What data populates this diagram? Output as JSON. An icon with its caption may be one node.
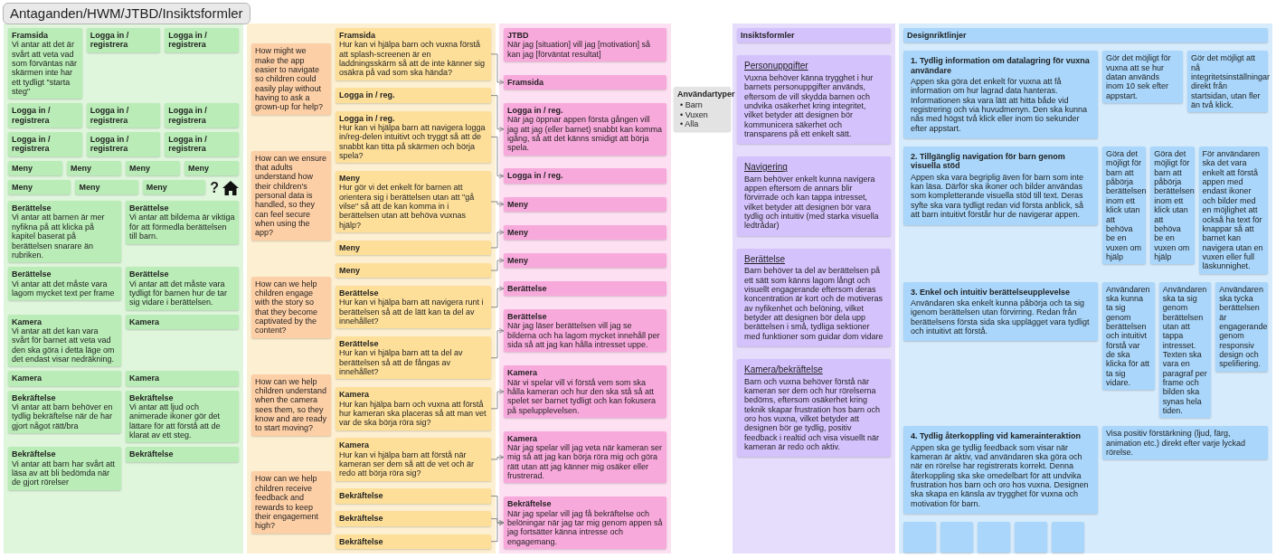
{
  "diagram": {
    "title": "Antaganden/HWM/JTBD/Insiktsformler",
    "nodes": [
      {
        "text": [],
        "shape": "box"
      },
      {
        "text": [
          "Framsida",
          "Vi antar att det är svårt att veta vad som förväntas när skärmen inte har ett tydligt \"starta steg\""
        ],
        "in": 0
      },
      {
        "text": [
          "Logga in / registrera"
        ],
        "in": 0
      },
      {
        "text": [
          "Logga in / registrera"
        ],
        "in": 0
      },
      {
        "text": [
          "Logga in / registrera"
        ],
        "in": 0
      },
      {
        "text": [
          "Logga in / registrera"
        ],
        "in": 0
      },
      {
        "text": [
          "Logga in / registrera"
        ],
        "in": 0
      },
      {
        "text": [
          "Logga in / registrera"
        ],
        "in": 0
      },
      {
        "text": [
          "Logga in / registrera"
        ],
        "in": 0
      },
      {
        "text": [
          "Logga in / registrera"
        ],
        "in": 0
      },
      {
        "text": [
          "Meny"
        ],
        "in": 0
      },
      {
        "text": [
          "Meny"
        ],
        "in": 0
      },
      {
        "text": [
          "Meny"
        ],
        "in": 0
      },
      {
        "text": [
          "Meny"
        ],
        "in": 0
      },
      {
        "text": [
          "Meny"
        ],
        "in": 0
      },
      {
        "text": [
          "Meny"
        ],
        "in": 0
      },
      {
        "text": [
          "Meny"
        ],
        "in": 0
      },
      {
        "text": [
          "Berättelse",
          "Vi antar att barnen är mer nyfikna på att klicka på kapitel baserat på berättelsen snarare än rubriken."
        ],
        "in": 0
      },
      {
        "text": [
          "Berättelse",
          "Vi antar att bilderna är viktiga för att förmedla berättelsen till barn."
        ],
        "in": 0
      },
      {
        "text": [
          "Berättelse",
          "Vi antar att det måste vara lagom mycket text per frame"
        ],
        "in": 0
      },
      {
        "text": [
          "Berättelse",
          "Vi antar att det måste vara tydligt för barnen hur de tar sig vidare i berättelsen."
        ],
        "in": 0
      },
      {
        "text": [
          "Kamera",
          "Vi antar att det kan vara svårt för barnet att veta vad den ska göra i detta läge om det endast visar nedräkning."
        ],
        "in": 0
      },
      {
        "text": [
          "Kamera"
        ],
        "in": 0
      },
      {
        "text": [
          "Kamera"
        ],
        "in": 0
      },
      {
        "text": [
          "Kamera"
        ],
        "in": 0
      },
      {
        "text": [
          "Bekräftelse",
          "Vi antar att barn behöver en tydlig bekräftelse när de har gjort något rätt/bra"
        ],
        "in": 0
      },
      {
        "text": [
          "Bekräftelse",
          "Vi antar att ljud och animerade ikoner gör det lättare för att förstå att de klarat av ett steg."
        ],
        "in": 0
      },
      {
        "text": [
          "Bekräftelse",
          "Vi antar att barn har svårt att läsa av att bli bedömda när de gjort rörelser"
        ],
        "in": 0
      },
      {
        "text": [
          "Bekräftelse"
        ],
        "in": 0
      },
      {
        "text": [],
        "shape": "box"
      },
      {
        "text": [
          "How might we make the app easier to navigate so children could easily play without having to ask a grown-up for help?"
        ],
        "in": 29
      },
      {
        "text": [
          "How can we ensure that adults understand how their children's personal data is handled, so they can feel secure when using the app?"
        ],
        "in": 29
      },
      {
        "text": [
          "How can we help children engage with the story so that they become captivated by the content?"
        ],
        "in": 29
      },
      {
        "text": [
          "How can we help children understand when the camera sees them, so they know and are ready to start moving?"
        ],
        "in": 29
      },
      {
        "text": [
          "How can we help children receive feedback and rewards to keep their engagement high?"
        ],
        "in": 29
      },
      {
        "text": [
          "Framsida",
          "Hur kan vi hjälpa barn och vuxna förstå att splash-screenen är en laddningsskärm så att de inte känner sig osäkra på vad som ska hända?"
        ],
        "in": 29
      },
      {
        "text": [
          "Logga in / reg."
        ],
        "in": 29
      },
      {
        "text": [
          "Logga in / reg.",
          "Hur kan vi hjälpa barn att navigera logga in/reg-delen intuitivt och tryggt så att de snabbt kan titta på skärmen och börja spela?"
        ],
        "in": 29
      },
      {
        "text": [
          "Meny",
          "Hur gör vi det enkelt för barnen att orientera sig i berättelsen utan att \"gå vilse\" så att de kan komma in i berättelsen utan att behöva vuxnas hjälp?"
        ],
        "in": 29
      },
      {
        "text": [
          "Meny"
        ],
        "in": 29
      },
      {
        "text": [
          "Meny"
        ],
        "in": 29
      },
      {
        "text": [
          "Berättelse",
          "Hur kan vi hjälpa barn att navigera runt i berättelsen så att de lätt kan ta del av innehållet?"
        ],
        "in": 29
      },
      {
        "text": [
          "Berättelse",
          "Hur kan vi hjälpa barn att ta del av berättelsen så att de fångas av innehållet?"
        ],
        "in": 29
      },
      {
        "text": [
          "Kamera",
          "Hur kan hjälpa barn och vuxna att förstå hur kameran ska placeras så att man vet var de ska börja röra sig?"
        ],
        "in": 29
      },
      {
        "text": [
          "Kamera",
          "Hur kan vi hjälpa barn att förstå när kameran ser dem så att de vet och är redo att börja röra sig?"
        ],
        "in": 29
      },
      {
        "text": [
          "Bekräftelse"
        ],
        "in": 29
      },
      {
        "text": [
          "Bekräftelse"
        ],
        "in": 29
      },
      {
        "text": [
          "Bekräftelse"
        ],
        "in": 29
      },
      {
        "text": [],
        "shape": "box"
      },
      {
        "text": [
          "JTBD",
          "När jag [situation] vill jag [motivation] så kan jag [förväntat resultat]"
        ],
        "in": 48
      },
      {
        "text": [
          "Framsida"
        ],
        "in": 48
      },
      {
        "text": [
          "Logga in / reg.",
          "När jag öppnar appen första gången vill jag att jag (eller barnet) snabbt kan komma igång, så att det känns smidigt att börja spela."
        ],
        "in": 48
      },
      {
        "text": [
          "Logga in / reg."
        ],
        "in": 48
      },
      {
        "text": [
          "Meny"
        ],
        "in": 48
      },
      {
        "text": [
          "Meny"
        ],
        "in": 48
      },
      {
        "text": [
          "Meny"
        ],
        "in": 48
      },
      {
        "text": [
          "Berättelse"
        ],
        "in": 48
      },
      {
        "text": [
          "Berättelse",
          "När jag läser berättelsen vill jag se bilderna och ha lagom mycket innehåll per sida så att jag kan hålla intresset uppe."
        ],
        "in": 48
      },
      {
        "text": [
          "Kamera",
          "När vi spelar vill vi förstå vem som ska hålla kameran och hur den ska stå så att spelet ser barnet tydligt och kan fokusera på spelupplevelsen."
        ],
        "in": 48
      },
      {
        "text": [
          "Kamera",
          "När jag spelar vill jag veta när kameran ser mig så att jag kan börja röra mig och göra rätt utan att jag känner mig osäker eller frustrerad."
        ],
        "in": 48
      },
      {
        "text": [
          "Bekräftelse",
          "När jag spelar vill jag få bekräftelse och belöningar när jag tar mig genom appen så jag fortsätter känna intresse och engagemang."
        ],
        "in": 48
      },
      {
        "text": [
          "Användartyper",
          "• Barn",
          "• Vuxen",
          "• Alla"
        ]
      },
      {
        "text": [],
        "shape": "box"
      },
      {
        "text": [
          "Insiktsformler"
        ],
        "in": 62
      },
      {
        "text": [
          "Personuppgifter",
          "Vuxna behöver känna trygghet i hur barnets personuppgifter används, eftersom de vill skydda barnen och undvika osäkerhet kring integritet, vilket betyder att designen bör kommunicera säkerhet och transparens på ett enkelt sätt."
        ],
        "in": 62
      },
      {
        "text": [
          "Navigering",
          "Barn behöver enkelt kunna navigera appen eftersom de annars blir förvirrade och kan tappa intresset, vilket betyder att designen bör vara tydlig och intuitiv (med starka visuella ledtrådar)"
        ],
        "in": 62
      },
      {
        "text": [
          "Berättelse",
          "Barn behöver ta del av berättelsen på ett sätt som känns lagom långt och visuellt engagerande eftersom deras koncentration är kort och de motiveras av nyfikenhet och belöning, vilket betyder att designen bör dela upp berättelsen i små, tydliga sektioner med funktioner som guidar dom vidare"
        ],
        "in": 62
      },
      {
        "text": [
          "Kamera/bekräftelse",
          "Barn och vuxna behöver förstå när kameran ser dem och hur rörelserna bedöms, eftersom osäkerhet kring teknik skapar frustration hos barn och oro hos vuxna, vilket betyder att designen bör ge tydlig, positiv feedback i realtid och visa visuellt när kameran är redo och aktiv."
        ],
        "in": 62
      },
      {
        "text": [],
        "shape": "box"
      },
      {
        "text": [
          "Designriktlinjer"
        ],
        "in": 68
      },
      {
        "text": [
          "1. Tydlig information om datalagring för vuxna användare",
          "Appen ska göra det enkelt för vuxna att få information om hur lagrad data hanteras. Informationen ska vara lätt att hitta både vid registrering och via huvudmenyn. Den ska kunna nås med högst två klick eller inom tio sekunder efter appstart."
        ],
        "in": 68
      },
      {
        "text": [
          "2. Tillgänglig navigation för barn genom visuella stöd",
          "Appen ska vara begriplig även för barn som inte kan läsa. Därför ska ikoner och bilder användas som kompletterande visuella stöd till text. Deras syfte ska vara tydligt redan vid första anblick, så att barn intuitivt förstår hur de navigerar appen."
        ],
        "in": 68
      },
      {
        "text": [
          "3. Enkel och intuitiv berättelseupplevelse",
          "Användaren ska enkelt kunna påbörja och ta sig igenom berättelsen utan förvirring. Redan från berättelsens första sida ska upplägget vara tydligt och intuitivt att förstå."
        ],
        "in": 68
      },
      {
        "text": [
          "4. Tydlig återkoppling vid kamerainteraktion",
          "Appen ska ge tydlig feedback som visar när kameran är aktiv, vad användaren ska göra och när en rörelse har registrerats korrekt. Denna återkoppling ska ske omedelbart för att undvika frustration hos barn och oro hos vuxna. Designen ska skapa en känsla av trygghet för vuxna och motivation för barn."
        ],
        "in": 68
      },
      {
        "text": [
          "Gör det möjligt för vuxna att se hur datan används inom 10 sek efter appstart."
        ],
        "in": 68
      },
      {
        "text": [
          "Gör det möjligt att nå integritetsinställningar direkt från startsidan, utan fler än två klick."
        ],
        "in": 68
      },
      {
        "text": [
          "Göra det möjligt för barn att påbörja berättelsen inom ett klick utan att behöva be en vuxen om hjälp"
        ],
        "in": 68
      },
      {
        "text": [
          "Göra det möjligt för barn att påbörja berättelsen inom ett klick utan att behöva be en vuxen om hjälp"
        ],
        "in": 68
      },
      {
        "text": [
          "För användaren ska det vara enkelt att förstå appen med endast ikoner och bilder med en möjlighet att också ha text för knappar så att barnet kan navigera utan en vuxen eller full läskunnighet."
        ],
        "in": 68
      },
      {
        "text": [
          "Användaren ska kunna ta sig genom berättelsen och intuitivt förstå var de ska klicka för att ta sig vidare."
        ],
        "in": 68
      },
      {
        "text": [
          "Användaren ska ta sig genom berättelsen utan att tappa intresset. Texten ska vara en paragraf per frame och bilden ska synas hela tiden."
        ],
        "in": 68
      },
      {
        "text": [
          "Användaren ska tycka berättelsen är engagerande genom responsiv design och spelifiering."
        ],
        "in": 68
      },
      {
        "text": [
          "Visa positiv förstärkning (ljud, färg, animation etc.) direkt efter varje lyckad rörelse."
        ],
        "in": 68
      },
      {
        "text": [],
        "shape": "box",
        "in": 68
      },
      {
        "text": [],
        "shape": "box",
        "in": 68
      },
      {
        "text": [],
        "shape": "box",
        "in": 68
      },
      {
        "text": [],
        "shape": "box",
        "in": 68
      },
      {
        "text": [],
        "shape": "box",
        "in": 68
      }
    ],
    "edges": [
      {
        "from": 35,
        "to": 50,
        "arrow": "to"
      },
      {
        "from": 36,
        "to": 51,
        "arrow": "to"
      },
      {
        "from": 37,
        "to": 52,
        "arrow": "to"
      },
      {
        "from": 38,
        "to": 53,
        "arrow": "to"
      },
      {
        "from": 39,
        "to": 54,
        "arrow": "to"
      },
      {
        "from": 40,
        "to": 55,
        "arrow": "to"
      },
      {
        "from": 41,
        "to": 56,
        "arrow": "to"
      },
      {
        "from": 42,
        "to": 57,
        "arrow": "to"
      },
      {
        "from": 43,
        "to": 58,
        "arrow": "to"
      },
      {
        "from": 44,
        "to": 59,
        "arrow": "to"
      },
      {
        "from": 45,
        "to": 60,
        "arrow": "to"
      },
      {
        "from": 46,
        "to": 60,
        "arrow": "to"
      },
      {
        "from": 47,
        "to": 60,
        "arrow": "to"
      }
    ],
    "labels": [
      "?"
    ]
  }
}
